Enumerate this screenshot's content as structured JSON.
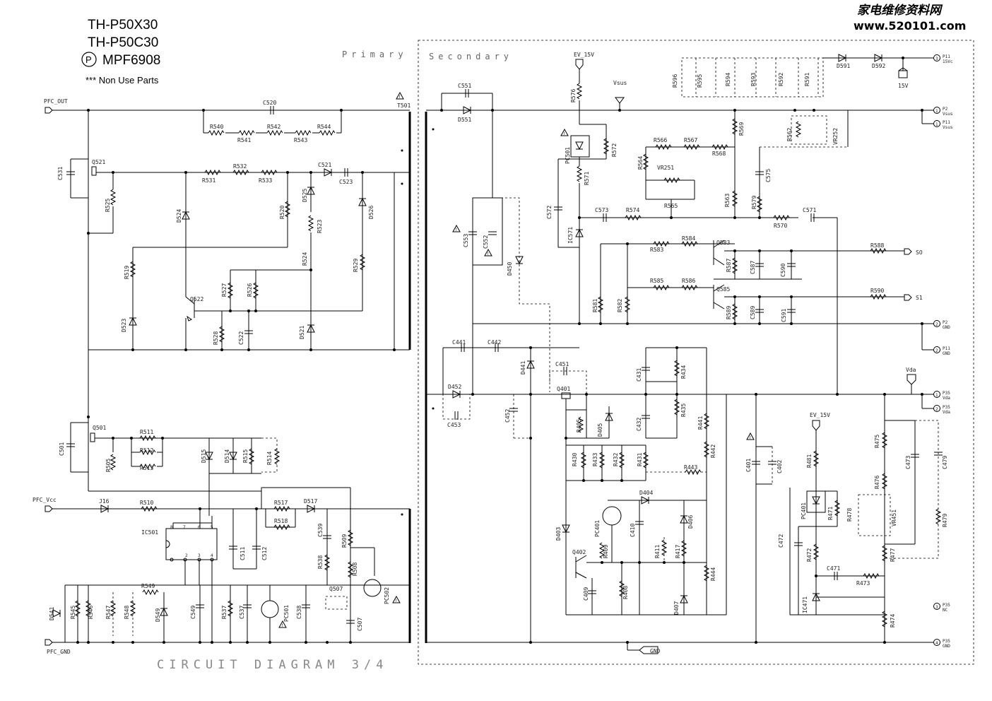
{
  "header": {
    "model_1": "TH-P50X30",
    "model_2": "TH-P50C30",
    "p_mark": "P",
    "board": "MPF6908",
    "non_use_note": "*** Non Use Parts"
  },
  "watermark": {
    "cn": "家电维修资料网",
    "url": "www.520101.com"
  },
  "regions": {
    "primary": "Primary",
    "secondary": "Secondary"
  },
  "footer": {
    "title": "CIRCUIT DIAGRAM 3/4"
  },
  "nets": {
    "pfc_out": "PFC_OUT",
    "pfc_vcc": "PFC_Vcc",
    "pfc_gnd": "PFC_GND",
    "ev15_top": "EV_15V",
    "ev15_mid": "EV_15V",
    "vsus": "Vsus",
    "vda": "Vda",
    "gnd": "GND",
    "v15": "15V",
    "so": "SO",
    "s1": "S1"
  },
  "terminals": [
    {
      "num": "3",
      "name": "P11",
      "sub": "15Vc"
    },
    {
      "num": "1",
      "name": "P2",
      "sub": "Vsus"
    },
    {
      "num": "1",
      "name": "P11",
      "sub": "Vsus"
    },
    {
      "num": "2",
      "name": "P2",
      "sub": "GND"
    },
    {
      "num": "2",
      "name": "P11",
      "sub": "GND"
    },
    {
      "num": "1",
      "name": "P35",
      "sub": "Vda"
    },
    {
      "num": "2",
      "name": "P35",
      "sub": "Vda"
    },
    {
      "num": "3",
      "name": "P35",
      "sub": "NC"
    },
    {
      "num": "4",
      "name": "P35",
      "sub": "GND"
    }
  ],
  "components": {
    "T501": "T501",
    "C520": "C520",
    "R540": "R540",
    "R541": "R541",
    "R542": "R542",
    "R543": "R543",
    "R544": "R544",
    "C531": "C531",
    "Q521": "Q521",
    "R525": "R525",
    "R531": "R531",
    "R532": "R532",
    "R533": "R533",
    "C521": "C521",
    "C523": "C523",
    "D525": "D525",
    "D526": "D526",
    "D524": "D524",
    "R520": "R520",
    "R523": "R523",
    "R519": "R519",
    "R524": "R524",
    "R529": "R529",
    "R527": "R527",
    "R526": "R526",
    "Q522": "Q522",
    "D523": "D523",
    "R528": "R528",
    "C522": "C522",
    "D521": "D521",
    "C501": "C501",
    "Q501": "Q501",
    "R511": "R511",
    "R512": "R512",
    "R513": "R513",
    "R505": "R505",
    "D515": "D515",
    "D514": "D514",
    "R515": "R515",
    "R514": "R514",
    "J16": "J16",
    "R510": "R510",
    "R517": "R517",
    "D517": "D517",
    "R518": "R518",
    "IC501": "IC501",
    "C511": "C511",
    "C512": "C512",
    "C539": "C539",
    "R538": "R538",
    "R509": "R509",
    "R508": "R508",
    "PC502": "PC502",
    "Q507": "Q507",
    "C507": "C507",
    "D541": "D541",
    "R545": "R545",
    "R546": "R546",
    "R547": "R547",
    "R548": "R548",
    "R549": "R549",
    "D549": "D549",
    "C549": "C549",
    "R537": "R537",
    "C537": "C537",
    "PC501": "PC501",
    "C538": "C538",
    "C551": "C551",
    "D551": "D551",
    "R576": "R576",
    "PC501b": "PC501",
    "R572": "R572",
    "R571": "R571",
    "C572": "C572",
    "IC571": "IC571",
    "C573": "C573",
    "R574": "R574",
    "R566": "R566",
    "R567": "R567",
    "R568": "R568",
    "R569": "R569",
    "R564": "R564",
    "VR251": "VR251",
    "R565": "R565",
    "R563": "R563",
    "R579": "R579",
    "C575": "C575",
    "R562": "R562",
    "VR252": "VR252",
    "R596": "R596",
    "R595": "R595",
    "R594": "R594",
    "R593": "R593",
    "R592": "R592",
    "R591": "R591",
    "D591": "D591",
    "D592": "D592",
    "R570": "R570",
    "C571": "C571",
    "C553": "C553",
    "C552": "C552",
    "D450": "D450",
    "R583": "R583",
    "R584": "R584",
    "Q583": "Q583",
    "R587": "R587",
    "C587": "C587",
    "C590": "C590",
    "R588": "R588",
    "R585": "R585",
    "R586": "R586",
    "Q585": "Q585",
    "R589": "R589",
    "C589": "C589",
    "C591": "C591",
    "R590": "R590",
    "R581": "R581",
    "R582": "R582",
    "C441": "C441",
    "C442": "C442",
    "D441": "D441",
    "C451": "C451",
    "Q401": "Q401",
    "D452": "D452",
    "C453": "C453",
    "C452": "C452",
    "R405": "R405",
    "D405": "D405",
    "C431": "C431",
    "R434": "R434",
    "C432": "C432",
    "R435": "R435",
    "R441": "R441",
    "R442": "R442",
    "R430": "R430",
    "R433": "R433",
    "R432": "R432",
    "R431": "R431",
    "R443": "R443",
    "D404": "D404",
    "PC401": "PC401",
    "C410": "C410",
    "D406": "D406",
    "D403": "D403",
    "Q402": "Q402",
    "R409": "R409",
    "R411": "R411",
    "R417": "R417",
    "C409": "C409",
    "R408": "R408",
    "D407": "D407",
    "R444": "R444",
    "C401": "C401",
    "C402": "C402",
    "R481": "R481",
    "PC401b": "PC401",
    "R471": "R471",
    "R478": "R478",
    "R475": "R475",
    "R476": "R476",
    "VR451": "VR451",
    "C473": "C473",
    "C479": "C479",
    "R479": "R479",
    "C472": "C472",
    "R472": "R472",
    "C471": "C471",
    "R473": "R473",
    "R477": "R477",
    "IC471": "IC471",
    "R474": "R474"
  }
}
